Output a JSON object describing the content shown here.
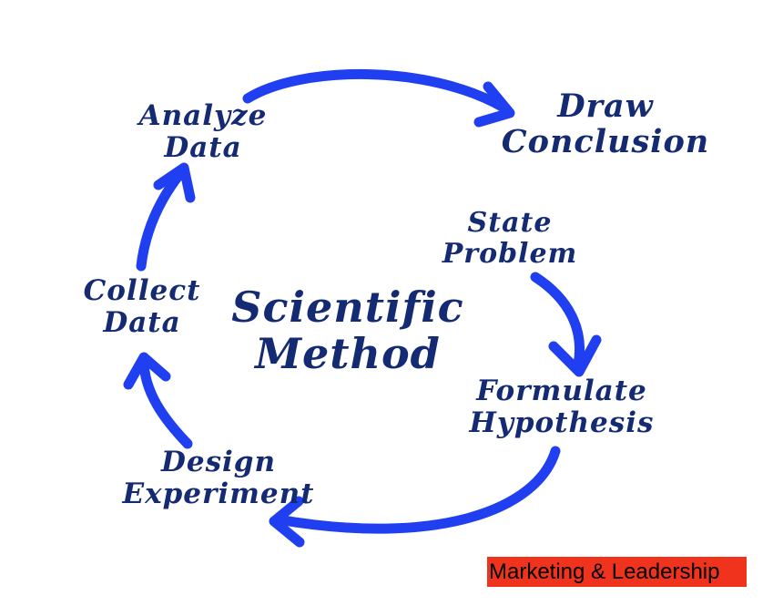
{
  "diagram": {
    "title_line1": "Scientific",
    "title_line2": "Method",
    "steps": {
      "analyze_data": {
        "line1": "Analyze",
        "line2": "Data"
      },
      "draw_conclusion": {
        "line1": "Draw",
        "line2": "Conclusion"
      },
      "state_problem": {
        "line1": "State",
        "line2": "Problem"
      },
      "formulate_hypothesis": {
        "line1": "Formulate",
        "line2": "Hypothesis"
      },
      "design_experiment": {
        "line1": "Design",
        "line2": "Experiment"
      },
      "collect_data": {
        "line1": "Collect",
        "line2": "Data"
      }
    }
  },
  "badge": {
    "label": "Marketing & Leadership"
  },
  "colors": {
    "arrow": "#1f3ff0",
    "text": "#142a73",
    "badge_background": "#f0331c",
    "badge_text": "#000000"
  }
}
